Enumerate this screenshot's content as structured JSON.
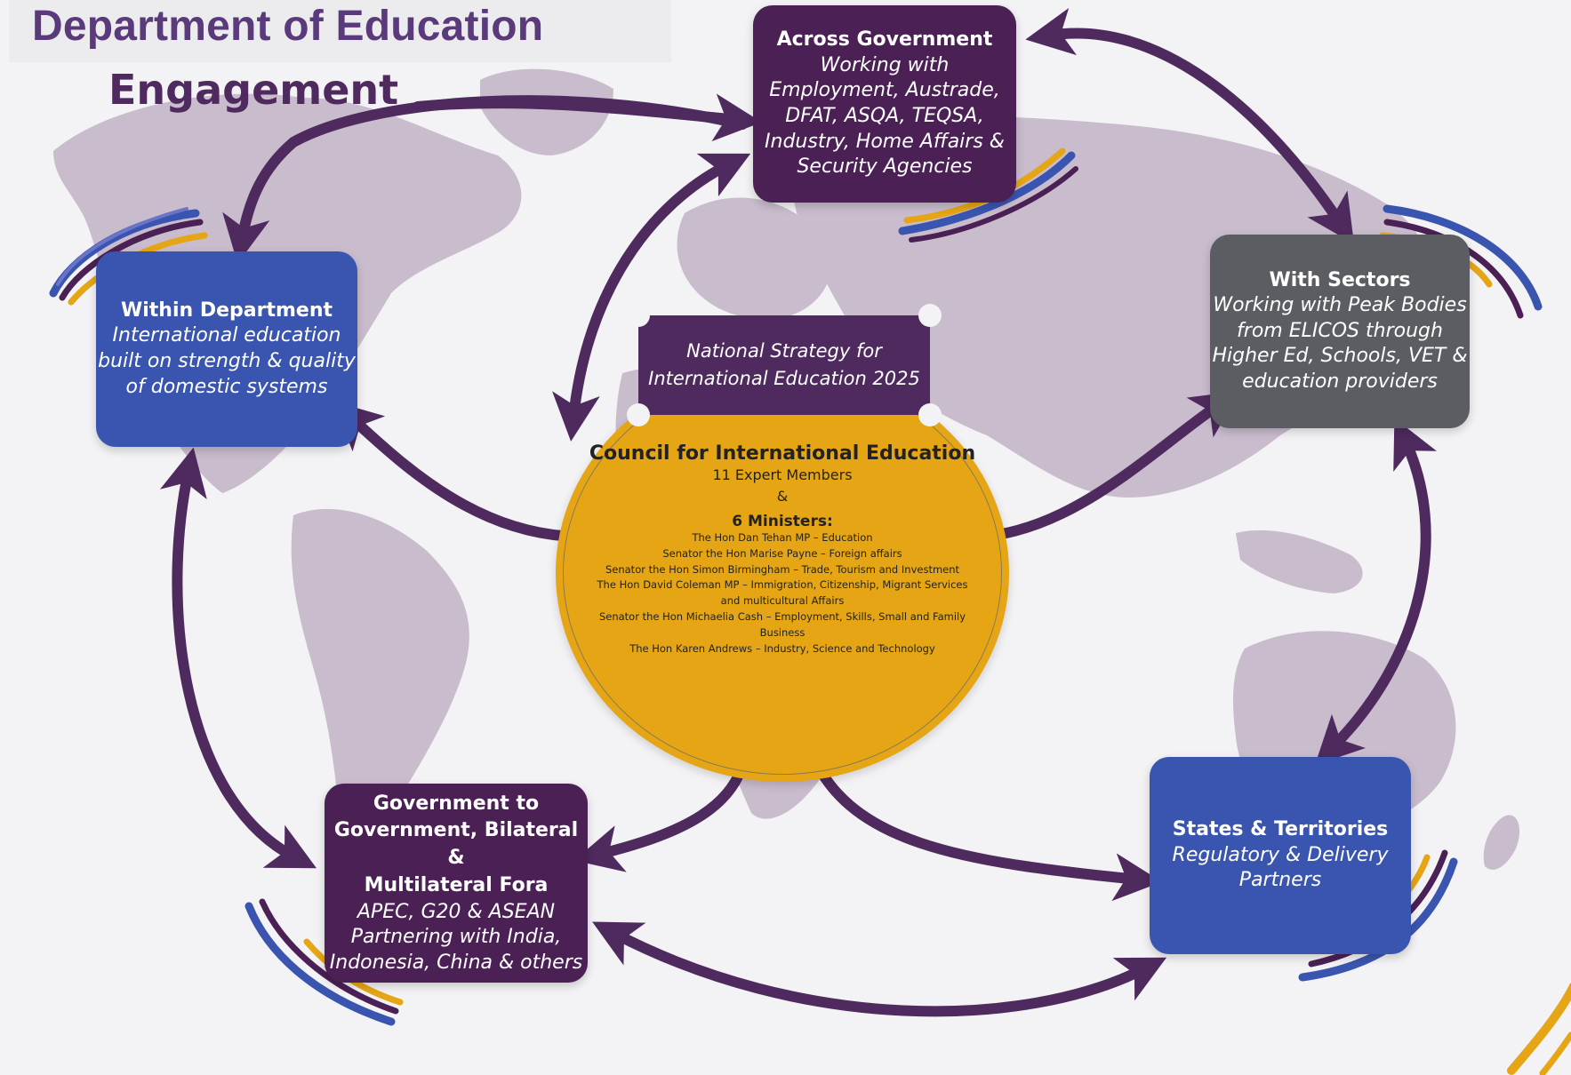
{
  "header": {
    "title": "Department of Education",
    "subtitle": "Engagement"
  },
  "across_government": {
    "heading": "Across Government",
    "description": "Working with\nEmployment, Austrade,\nDFAT, ASQA, TEQSA,\nIndustry, Home Affairs &\nSecurity Agencies"
  },
  "within_department": {
    "heading": "Within Department",
    "description": "International education\nbuilt on strength & quality\nof domestic systems"
  },
  "with_sectors": {
    "heading": "With Sectors",
    "description": "Working with Peak Bodies\nfrom ELICOS through\nHigher Ed, Schools, VET &\neducation providers"
  },
  "government_to_government": {
    "heading_line1": "Government to",
    "heading_line2": "Government, Bilateral &",
    "heading_line3": "Multilateral Fora",
    "description": "APEC, G20 & ASEAN\nPartnering with India,\nIndonesia, China & others"
  },
  "states_territories": {
    "heading": "States & Territories",
    "description": "Regulatory & Delivery\nPartners"
  },
  "strategy_banner": {
    "text": "National Strategy for\nInternational Education 2025"
  },
  "council": {
    "title": "Council for International Education",
    "members": "11 Expert Members",
    "ampersand": "&",
    "ministers_label": "6 Ministers:",
    "ministers": [
      "The Hon Dan Tehan MP – Education",
      "Senator the Hon Marise Payne – Foreign affairs",
      "Senator the Hon Simon Birmingham – Trade, Tourism and Investment",
      "The Hon David Coleman MP – Immigration, Citizenship, Migrant Services",
      "and multicultural Affairs",
      "Senator the Hon Michaelia Cash – Employment, Skills, Small and Family",
      "Business",
      "The Hon Karen Andrews – Industry, Science and Technology"
    ]
  },
  "colors": {
    "purple": "#4a2055",
    "blue": "#3a55b0",
    "grey": "#5b5d62",
    "gold": "#e5a514",
    "arrow": "#4e2a5e",
    "map": "#c9bccd"
  }
}
